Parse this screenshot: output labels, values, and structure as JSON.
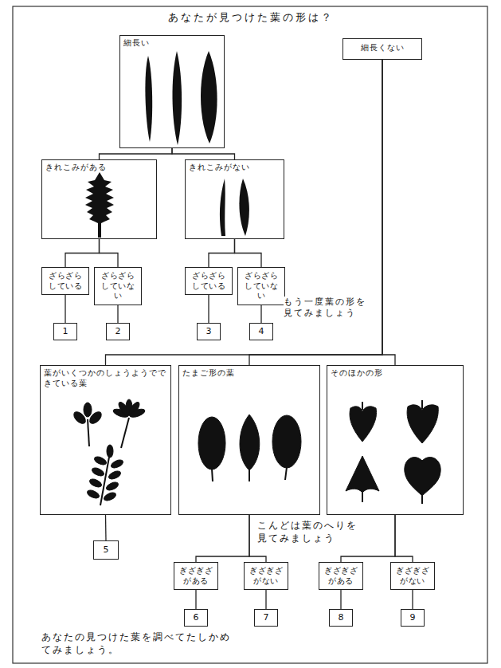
{
  "diagram": {
    "title": "あなたが見つけた葉の形は？",
    "caption": "あなたの見つけた葉を調べてたしかめてみましょう。",
    "nodes": [
      {
        "text": [
          "細長い"
        ]
      },
      {
        "text": [
          "細長くない"
        ]
      },
      {
        "text": [
          "きれこみがある"
        ]
      },
      {
        "text": [
          "きれこみがない"
        ]
      },
      {
        "text": [
          "ざらざらしている"
        ]
      },
      {
        "text": [
          "ざらざらしていない"
        ]
      },
      {
        "text": [
          "ざらざらしている"
        ]
      },
      {
        "text": [
          "ざらざらしていない"
        ]
      },
      {
        "text": [
          "1"
        ]
      },
      {
        "text": [
          "2"
        ]
      },
      {
        "text": [
          "3"
        ]
      },
      {
        "text": [
          "4"
        ]
      },
      {
        "text": [
          "葉がいくつかのしょうようでできている葉"
        ]
      },
      {
        "text": [
          "たまご形の葉"
        ]
      },
      {
        "text": [
          "そのほかの形"
        ]
      },
      {
        "text": [
          "5"
        ]
      },
      {
        "text": [
          "ぎざぎざがある"
        ]
      },
      {
        "text": [
          "ぎざぎざがない"
        ]
      },
      {
        "text": [
          "ぎざぎざがある"
        ]
      },
      {
        "text": [
          "ぎざぎざがない"
        ]
      },
      {
        "text": [
          "6"
        ]
      },
      {
        "text": [
          "7"
        ]
      },
      {
        "text": [
          "8"
        ]
      },
      {
        "text": [
          "9"
        ]
      }
    ],
    "edges": [
      {
        "from": 0,
        "to": 2,
        "arrow": "none"
      },
      {
        "from": 0,
        "to": 3,
        "arrow": "none"
      },
      {
        "from": 2,
        "to": 4,
        "arrow": "none"
      },
      {
        "from": 2,
        "to": 5,
        "arrow": "none"
      },
      {
        "from": 3,
        "to": 6,
        "arrow": "none"
      },
      {
        "from": 3,
        "to": 7,
        "arrow": "none"
      },
      {
        "from": 4,
        "to": 8,
        "arrow": "none"
      },
      {
        "from": 5,
        "to": 9,
        "arrow": "none"
      },
      {
        "from": 6,
        "to": 10,
        "arrow": "none"
      },
      {
        "from": 7,
        "to": 11,
        "arrow": "none"
      },
      {
        "from": 1,
        "to": 12,
        "arrow": "none"
      },
      {
        "from": 1,
        "to": 13,
        "arrow": "none"
      },
      {
        "from": 1,
        "to": 14,
        "arrow": "none"
      },
      {
        "from": 12,
        "to": 15,
        "arrow": "none"
      },
      {
        "from": 13,
        "to": 16,
        "arrow": "none"
      },
      {
        "from": 13,
        "to": 17,
        "arrow": "none"
      },
      {
        "from": 14,
        "to": 18,
        "arrow": "none"
      },
      {
        "from": 14,
        "to": 19,
        "arrow": "none"
      },
      {
        "from": 16,
        "to": 20,
        "arrow": "none"
      },
      {
        "from": 17,
        "to": 21,
        "arrow": "none"
      },
      {
        "from": 18,
        "to": 22,
        "arrow": "none"
      },
      {
        "from": 19,
        "to": 23,
        "arrow": "none"
      }
    ],
    "labels": [
      "もう一度葉の形を見てみましょう",
      "こんどは葉のへりを見てみましょう"
    ]
  }
}
